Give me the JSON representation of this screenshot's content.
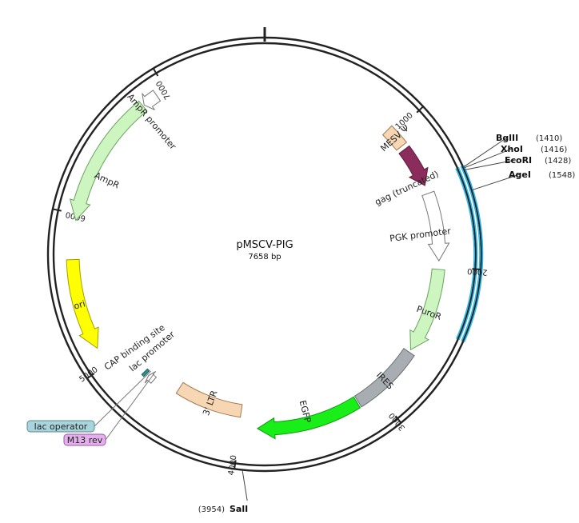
{
  "plasmid": {
    "name": "pMSCV-PIG",
    "size_label": "7658 bp",
    "length": 7658
  },
  "ticks": [
    {
      "pos": 1000,
      "label": "1000"
    },
    {
      "pos": 2000,
      "label": "2000"
    },
    {
      "pos": 3000,
      "label": "3000"
    },
    {
      "pos": 4000,
      "label": "4000"
    },
    {
      "pos": 5000,
      "label": "5000"
    },
    {
      "pos": 6000,
      "label": "6000"
    },
    {
      "pos": 7000,
      "label": "7000"
    }
  ],
  "features": [
    {
      "id": "mesv",
      "label": "MESV Ψ",
      "type": "box",
      "color": "#f7d6b4",
      "stroke": "#a07850"
    },
    {
      "id": "gag",
      "label": "gag (truncated)",
      "type": "arrow",
      "color": "#8c2c5c",
      "stroke": "#5c1c3c"
    },
    {
      "id": "pgk",
      "label": "PGK promoter",
      "type": "arrow",
      "color": "#ffffff",
      "stroke": "#777777"
    },
    {
      "id": "puror",
      "label": "PuroR",
      "type": "arrow",
      "color": "#ccf5c0",
      "stroke": "#6aa060"
    },
    {
      "id": "ires",
      "label": "IRES",
      "type": "box",
      "color": "#a8adb2",
      "stroke": "#6a6e72"
    },
    {
      "id": "egfp",
      "label": "EGFP",
      "type": "arrow",
      "color": "#19ee19",
      "stroke": "#0f9a0f"
    },
    {
      "id": "ltr",
      "label": "3' LTR",
      "type": "box",
      "color": "#f7d6b4",
      "stroke": "#a07850"
    },
    {
      "id": "lacpro",
      "label": "lac promoter",
      "type": "arrow",
      "color": "#ffffff",
      "stroke": "#777777"
    },
    {
      "id": "cap",
      "label": "CAP binding site",
      "type": "box",
      "color": "#2d8f8f",
      "stroke": "#1d5f5f"
    },
    {
      "id": "ori",
      "label": "ori",
      "type": "arrow",
      "color": "#ffff00",
      "stroke": "#a0a000"
    },
    {
      "id": "ampr",
      "label": "AmpR",
      "type": "arrow",
      "color": "#ccf5c0",
      "stroke": "#6aa060"
    },
    {
      "id": "amprpro",
      "label": "AmpR promoter",
      "type": "arrow",
      "color": "#ffffff",
      "stroke": "#777777"
    }
  ],
  "side_labels": [
    {
      "id": "lacop",
      "label": "lac operator",
      "color": "#a8d4dc",
      "stroke": "#5a8a94"
    },
    {
      "id": "m13rev",
      "label": "M13 rev",
      "color": "#e4b0ec",
      "stroke": "#9a5aa4"
    }
  ],
  "sites": [
    {
      "name": "BglII",
      "pos": 1410,
      "pos_label": "(1410)"
    },
    {
      "name": "XhoI",
      "pos": 1416,
      "pos_label": "(1416)"
    },
    {
      "name": "EcoRI",
      "pos": 1428,
      "pos_label": "(1428)"
    },
    {
      "name": "AgeI",
      "pos": 1548,
      "pos_label": "(1548)"
    },
    {
      "name": "SalI",
      "pos": 3954,
      "pos_label": "(3954)"
    }
  ],
  "mcs_color": "#29b6e8"
}
